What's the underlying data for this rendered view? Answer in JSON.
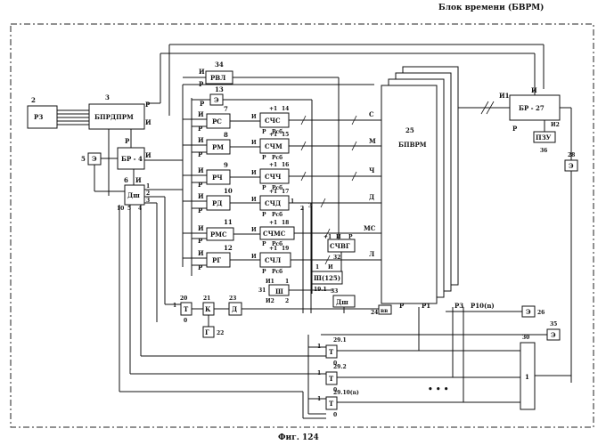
{
  "header": {
    "title": "Блок времени (БВРМ)"
  },
  "caption": "Фиг. 124",
  "blocks": {
    "rz": "РЗ",
    "bprd": "БПРДПРМ",
    "br4": "БР - 4",
    "e5": "Э",
    "dsh6": "Дш",
    "rvl": "РВЛ",
    "e13": "Э",
    "rs": "РС",
    "rm": "РМ",
    "rch": "РЧ",
    "rd": "РД",
    "rms": "РМС",
    "rg": "РГ",
    "chs": "СЧС",
    "chm": "СЧМ",
    "chch": "СЧЧ",
    "chd": "СЧД",
    "chms": "СЧМС",
    "chl": "СЧЛ",
    "chvg": "СЧВГ",
    "sh125": "Ш(125)",
    "sh": "Ш",
    "dsh33": "Дш",
    "bvrm": "БПВРМ",
    "br27": "БР - 27",
    "pzu": "ПЗУ",
    "e28": "Э",
    "e26": "Э",
    "e35": "Э",
    "t20": "Т",
    "k21": "К",
    "g22": "Г",
    "d23": "Д",
    "t291": "Т",
    "t292": "Т",
    "t29n": "Т",
    "or30": "1"
  },
  "numbers": {
    "n2": "2",
    "n3": "3",
    "n5": "5",
    "n6": "6",
    "n34": "34",
    "n13": "13",
    "n7": "7",
    "n8": "8",
    "n9": "9",
    "n10": "10",
    "n11": "11",
    "n12": "12",
    "n14": "14",
    "n15": "15",
    "n16": "16",
    "n17": "17",
    "n18": "18",
    "n19": "19",
    "n31": "31",
    "n19_1": "19.1",
    "n32": "32",
    "n33": "33",
    "n25": "25",
    "n36": "36",
    "n28": "28",
    "n24": "24",
    "n20": "20",
    "n21": "21",
    "n22": "22",
    "n23": "23",
    "n26": "26",
    "n35": "35",
    "n30": "30",
    "n29_1": "29.1",
    "n29_2": "29.2",
    "n29_n": "29.10(n)",
    "n10b": "10",
    "n5b": "5",
    "n4b": "4",
    "n1b": "1",
    "n2b": "2",
    "n3b": "3",
    "n1c": "1",
    "n2c": "2",
    "n3c": "3",
    "n2d": "2",
    "n1d": "1"
  },
  "signals": {
    "S": "С",
    "M": "М",
    "CH": "Ч",
    "D": "Д",
    "MS": "МС",
    "L": "Л",
    "R": "Р",
    "R1": "Р1",
    "R3": "Р3",
    "R10n": "Р10(n)",
    "I": "И",
    "I1": "И1",
    "I2": "И2",
    "plus1": "+1",
    "psb": "Рсб",
    "vv": "вв",
    "one": "1",
    "zero": "0",
    "dots": "• • •"
  }
}
